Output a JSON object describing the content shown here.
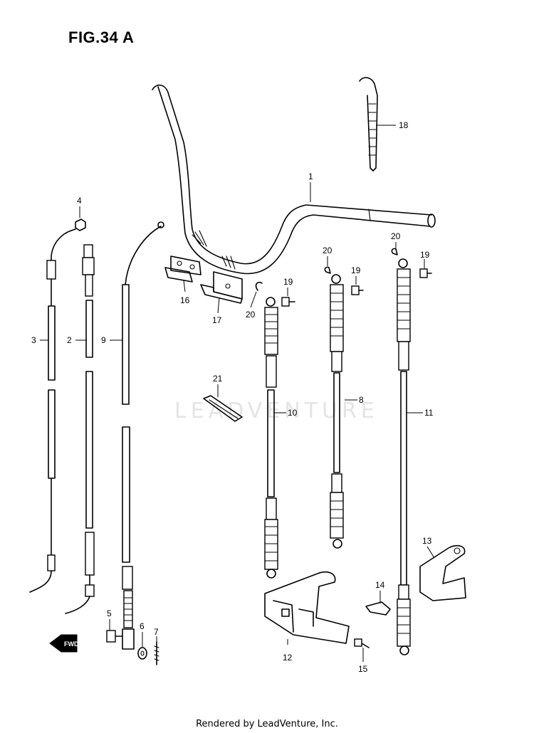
{
  "title": "FIG.34 A",
  "footer": "Rendered by LeadVenture, Inc.",
  "watermark": "LEADVENTURE",
  "fwd_label": "FWD",
  "callouts": {
    "c1": "1",
    "c2": "2",
    "c3": "3",
    "c4": "4",
    "c5": "5",
    "c6": "6",
    "c7": "7",
    "c8": "8",
    "c9": "9",
    "c10": "10",
    "c11": "11",
    "c12": "12",
    "c13": "13",
    "c14": "14",
    "c15": "15",
    "c16": "16",
    "c17": "17",
    "c18": "18",
    "c19a": "19",
    "c19b": "19",
    "c19c": "19",
    "c20a": "20",
    "c20b": "20",
    "c20c": "20",
    "c21": "21"
  }
}
